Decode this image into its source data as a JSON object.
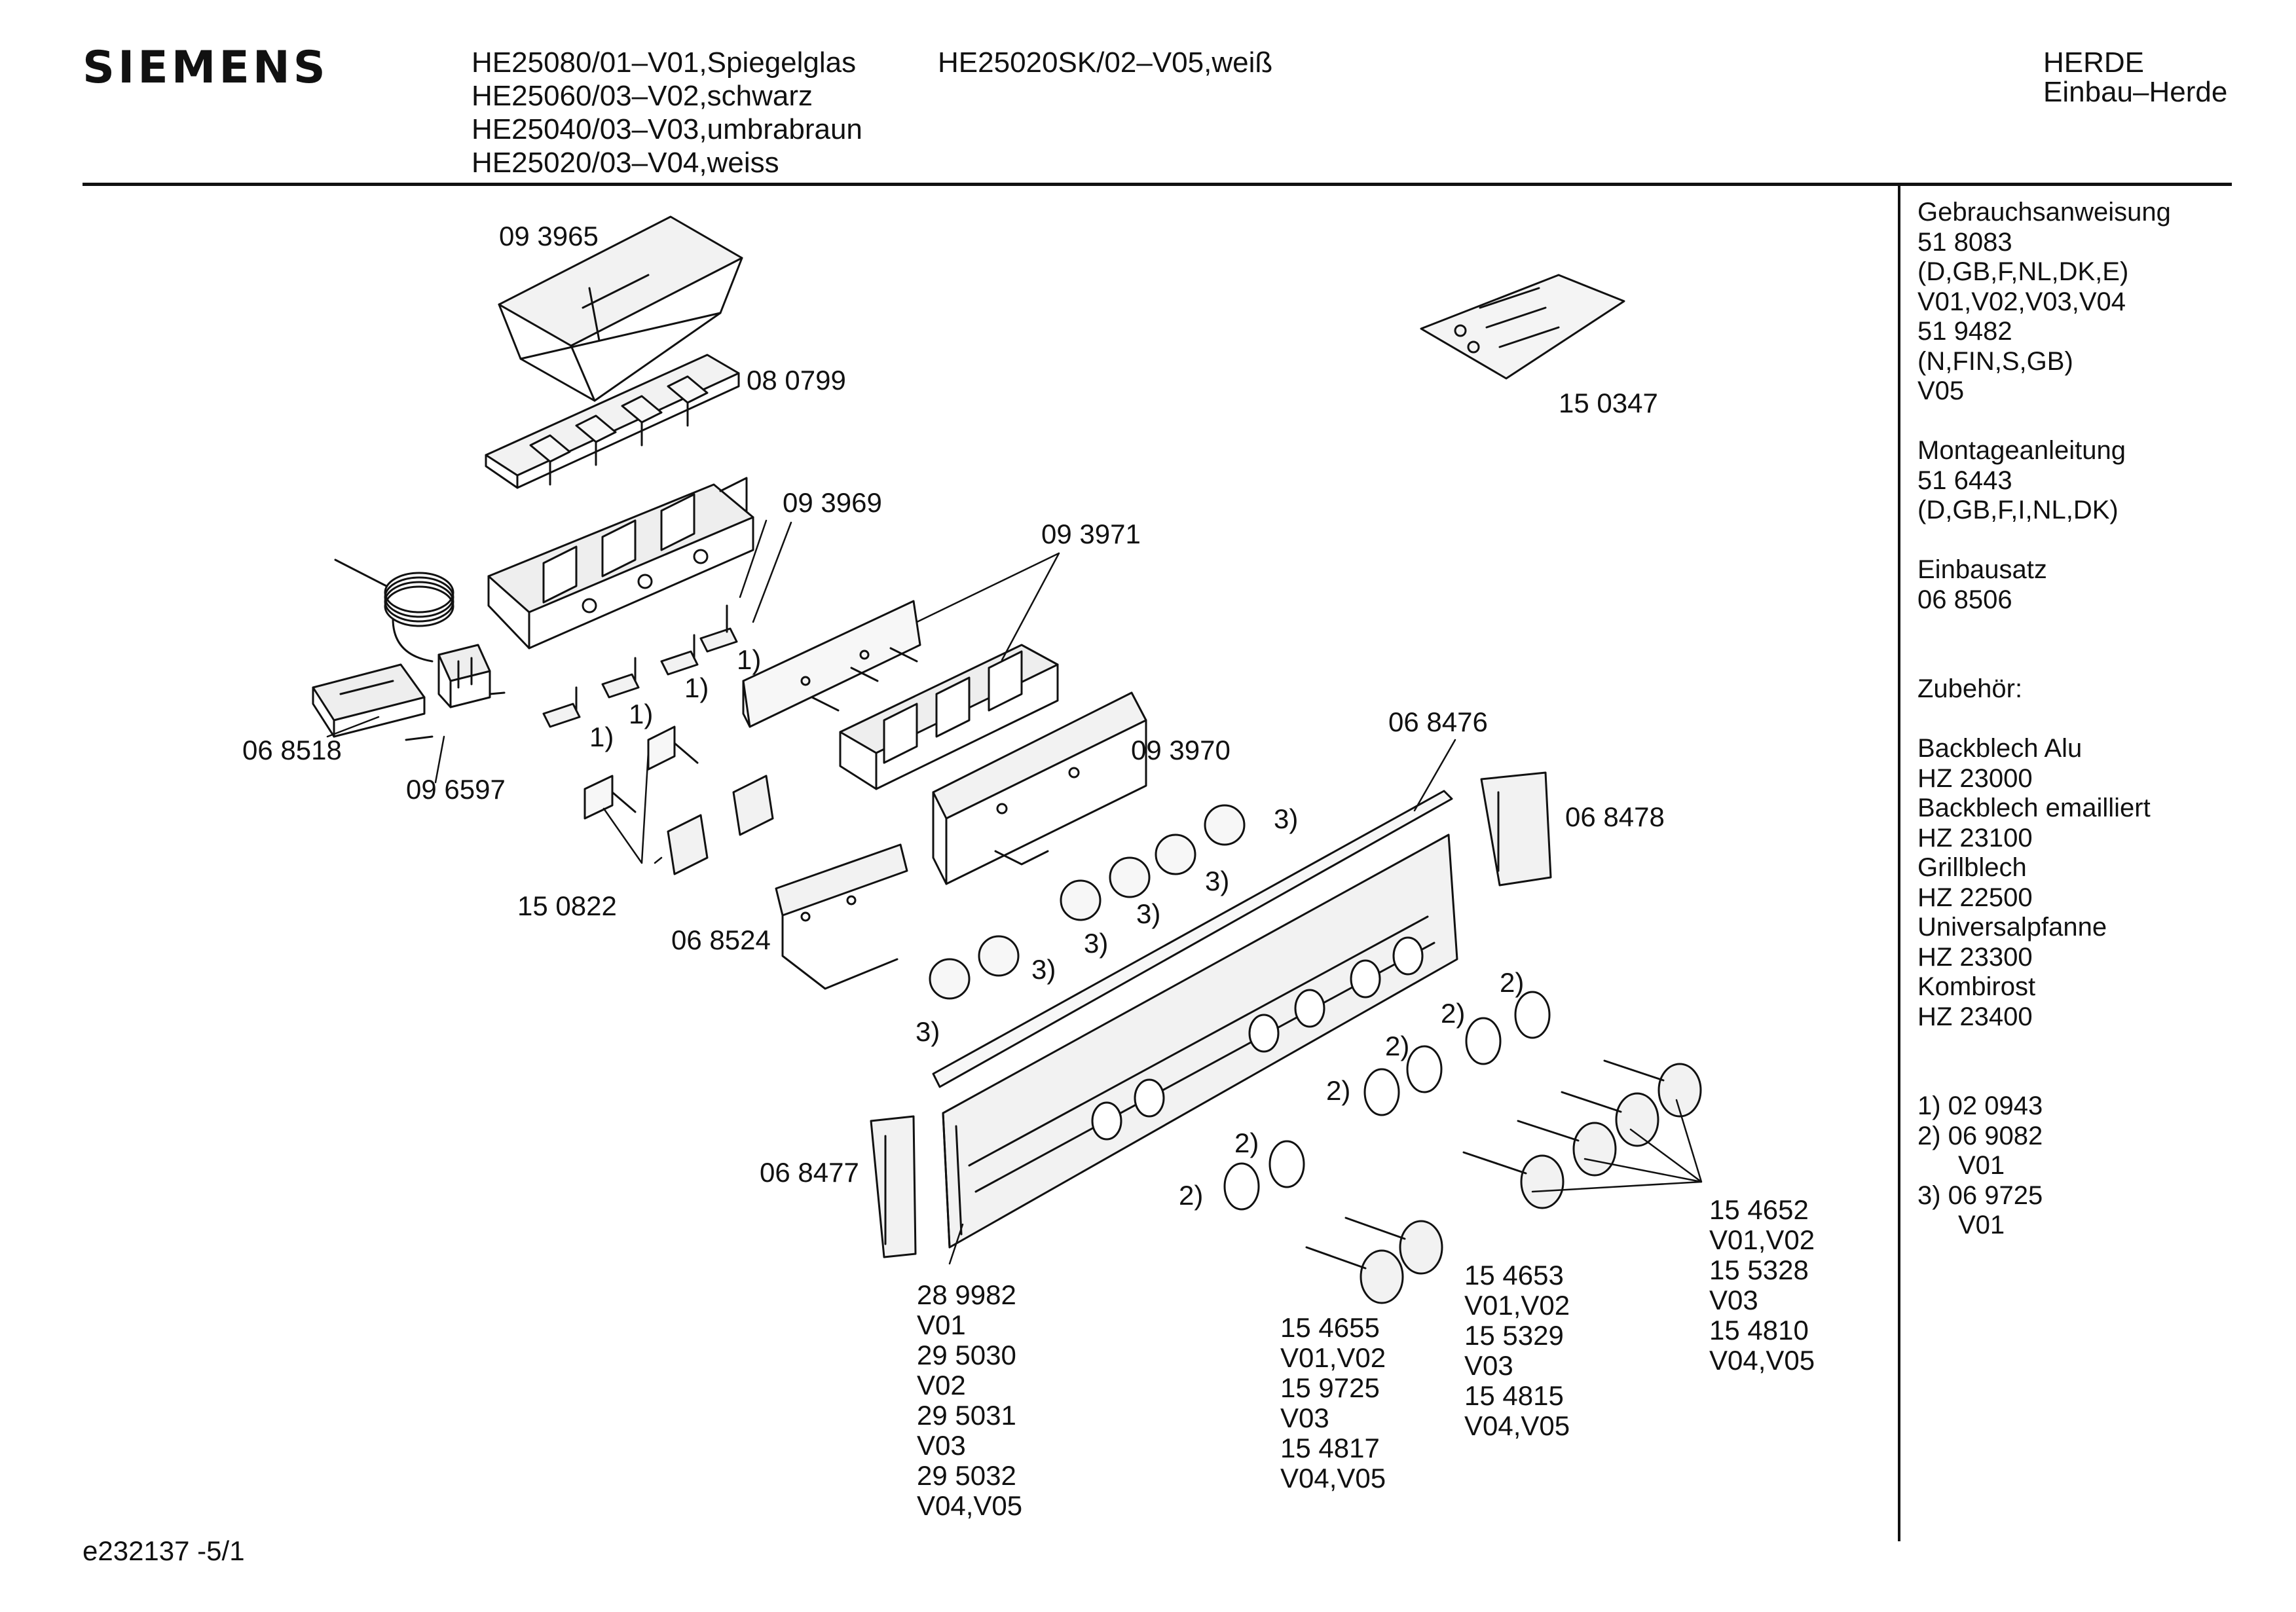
{
  "brand": "SIEMENS",
  "header": {
    "models_col1": [
      "HE25080/01–V01,Spiegelglas",
      "HE25060/03–V02,schwarz",
      "HE25040/03–V03,umbrabraun",
      "HE25020/03–V04,weiss"
    ],
    "models_col2": [
      "HE25020SK/02–V05,weiß"
    ],
    "category": [
      "HERDE",
      "Einbau–Herde"
    ]
  },
  "sidebar": [
    {
      "text": "Gebrauchsanweisung",
      "row": 0
    },
    {
      "text": "51 8083",
      "row": 1
    },
    {
      "text": "(D,GB,F,NL,DK,E)",
      "row": 2
    },
    {
      "text": "V01,V02,V03,V04",
      "row": 3
    },
    {
      "text": "51 9482",
      "row": 4
    },
    {
      "text": "(N,FIN,S,GB)",
      "row": 5
    },
    {
      "text": "V05",
      "row": 6
    },
    {
      "text": "Montageanleitung",
      "row": 8
    },
    {
      "text": "51 6443",
      "row": 9
    },
    {
      "text": "(D,GB,F,I,NL,DK)",
      "row": 10
    },
    {
      "text": "Einbausatz",
      "row": 12
    },
    {
      "text": "06 8506",
      "row": 13
    },
    {
      "text": "Zubehör:",
      "row": 16
    },
    {
      "text": "Backblech Alu",
      "row": 18
    },
    {
      "text": "HZ 23000",
      "row": 19
    },
    {
      "text": "Backblech emailliert",
      "row": 20
    },
    {
      "text": "HZ 23100",
      "row": 21
    },
    {
      "text": "Grillblech",
      "row": 22
    },
    {
      "text": "HZ 22500",
      "row": 23
    },
    {
      "text": "Universalpfanne",
      "row": 24
    },
    {
      "text": "HZ 23300",
      "row": 25
    },
    {
      "text": "Kombirost",
      "row": 26
    },
    {
      "text": "HZ 23400",
      "row": 27
    },
    {
      "text": "1)  02 0943",
      "row": 30
    },
    {
      "text": "2)  06 9082",
      "row": 31
    },
    {
      "text": "V01",
      "row": 32,
      "indent": true
    },
    {
      "text": "3)  06 9725",
      "row": 33
    },
    {
      "text": "V01",
      "row": 34,
      "indent": true
    }
  ],
  "part_labels": {
    "p093965": "09 3965",
    "p080799": "08 0799",
    "p093969": "09 3969",
    "p093971": "09 3971",
    "p150347": "15 0347",
    "p068518": "06 8518",
    "p096597": "09 6597",
    "p093970": "09 3970",
    "p068476": "06 8476",
    "p068478": "06 8478",
    "p150822": "15 0822",
    "p068524": "06 8524",
    "p068477": "06 8477",
    "p154652": [
      "15 4652",
      "V01,V02",
      "15 5328",
      "V03",
      "15 4810",
      "V04,V05"
    ],
    "p154653": [
      "15 4653",
      "V01,V02",
      "15 5329",
      "V03",
      "15 4815",
      "V04,V05"
    ],
    "p154655": [
      "15 4655",
      "V01,V02",
      "15 9725",
      "V03",
      "15 4817",
      "V04,V05"
    ],
    "p289982": [
      "28 9982",
      "V01",
      "29 5030",
      "V02",
      "29 5031",
      "V03",
      "29 5032",
      "V04,V05"
    ]
  },
  "refs": {
    "r1": "1)",
    "r2": "2)",
    "r3": "3)"
  },
  "footer": "e232137 -5/1"
}
